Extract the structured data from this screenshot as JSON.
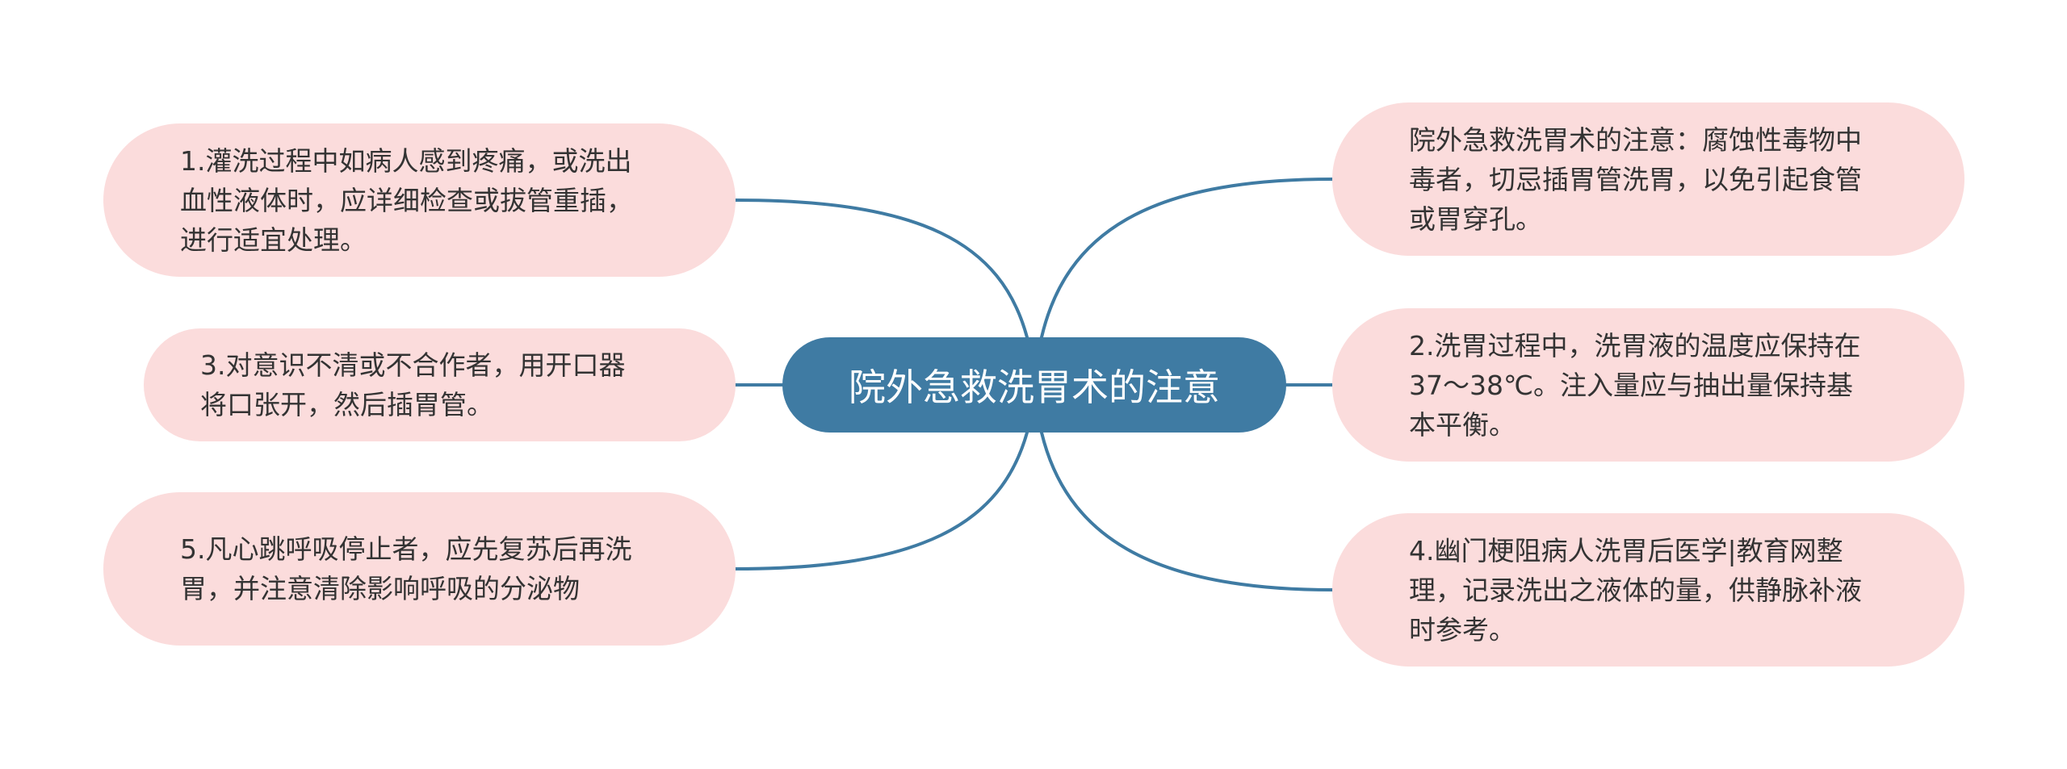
{
  "center": {
    "label": "院外急救洗胃术的注意"
  },
  "left_nodes": [
    {
      "text": "1.灌洗过程中如病人感到疼痛，或洗出血性液体时，应详细检查或拔管重插，进行适宜处理。"
    },
    {
      "text": "3.对意识不清或不合作者，用开口器将口张开，然后插胃管。"
    },
    {
      "text": "5.凡心跳呼吸停止者，应先复苏后再洗胃，并注意清除影响呼吸的分泌物"
    }
  ],
  "right_nodes": [
    {
      "text": "院外急救洗胃术的注意：腐蚀性毒物中毒者，切忌插胃管洗胃，以免引起食管或胃穿孔。"
    },
    {
      "text": "2.洗胃过程中，洗胃液的温度应保持在37～38℃。注入量应与抽出量保持基本平衡。"
    },
    {
      "text": "4.幽门梗阻病人洗胃后医学|教育网整理，记录洗出之液体的量，供静脉补液时参考。"
    }
  ],
  "colors": {
    "center_fill": "#3f7ba3",
    "center_text": "#ffffff",
    "leaf_fill": "#fbdcdc",
    "leaf_text": "#333333",
    "connector": "#3f7ba3"
  }
}
